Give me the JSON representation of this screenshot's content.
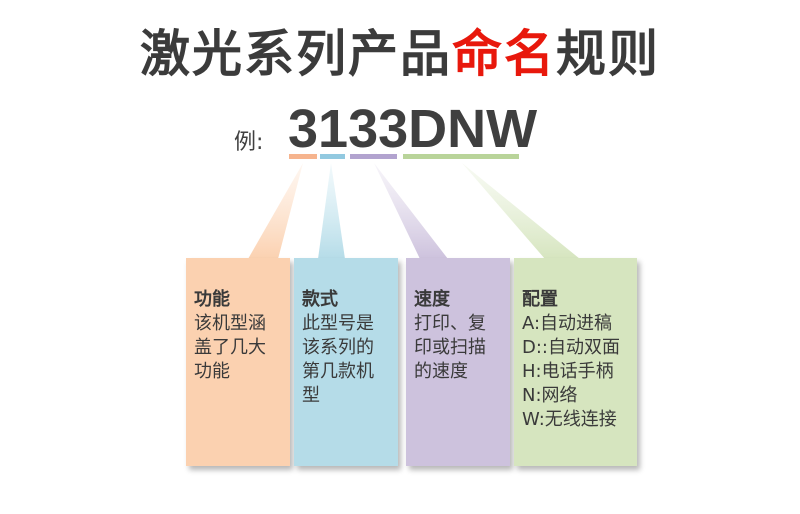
{
  "title": {
    "part1": "激光系列产品",
    "part2": "命名",
    "part3": "规则"
  },
  "example": {
    "label": "例:",
    "code": "3133DNW"
  },
  "colors": {
    "function": "#fbd1b0",
    "series": "#b5dce8",
    "speed": "#cdc2dd",
    "config": "#d6e5bf",
    "function_bar": "#f6b48e",
    "series_bar": "#92c9e0",
    "speed_bar": "#b2a3cf",
    "config_bar": "#b9d49a",
    "accent_red": "#e8180c",
    "text_dark": "#3b3b3b"
  },
  "boxes": [
    {
      "title": "功能",
      "text": "该机型涵\n盖了几大\n功能"
    },
    {
      "title": "款式",
      "text": "此型号是\n该系列的\n第几款机\n型"
    },
    {
      "title": "速度",
      "text": "打印、复\n印或扫描\n的速度"
    },
    {
      "title": "配置",
      "lines": [
        "A:自动进稿",
        "D::自动双面",
        "H:电话手柄",
        "N:网络",
        "W:无线连接"
      ]
    }
  ]
}
